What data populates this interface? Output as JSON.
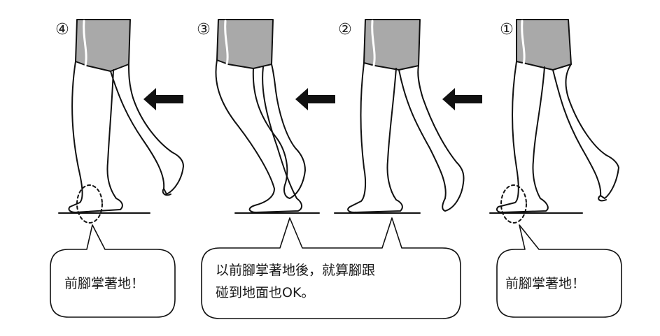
{
  "steps": [
    "①",
    "②",
    "③",
    "④"
  ],
  "bubbles": {
    "left": "前腳掌著地！",
    "middle_line1": "以前腳掌著地後，就算腳跟",
    "middle_line2": "碰到地面也OK。",
    "right": "前腳掌著地！"
  },
  "colors": {
    "line": "#111111",
    "shorts": "#a9a9a9",
    "arrow": "#111111",
    "background": "#ffffff"
  },
  "icons": [
    "left-arrow-icon",
    "dashed-circle-icon"
  ]
}
